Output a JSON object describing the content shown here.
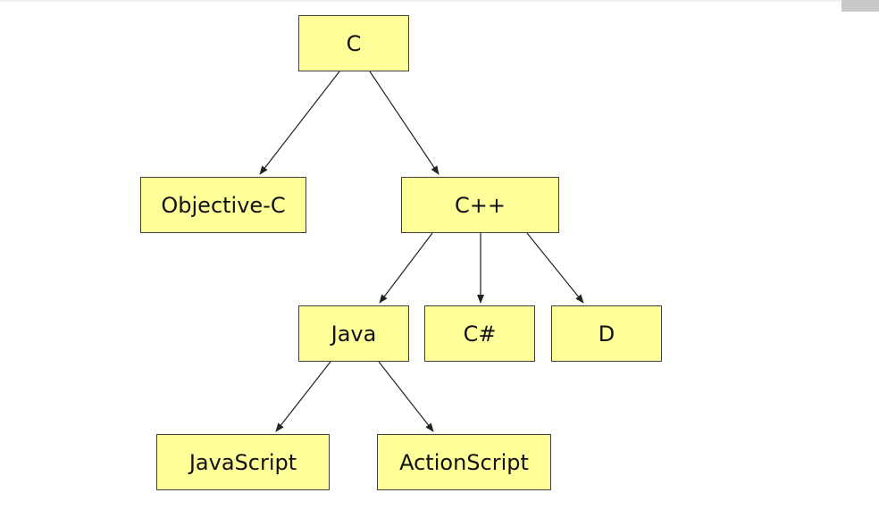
{
  "diagram": {
    "node_color": "#ffff99",
    "edge_color": "#222222",
    "nodes": [
      {
        "id": "c",
        "label": "C"
      },
      {
        "id": "objc",
        "label": "Objective-C"
      },
      {
        "id": "cpp",
        "label": "C++"
      },
      {
        "id": "java",
        "label": "Java"
      },
      {
        "id": "cs",
        "label": "C#"
      },
      {
        "id": "d",
        "label": "D"
      },
      {
        "id": "js",
        "label": "JavaScript"
      },
      {
        "id": "as",
        "label": "ActionScript"
      }
    ],
    "edges": [
      {
        "from": "c",
        "to": "objc"
      },
      {
        "from": "c",
        "to": "cpp"
      },
      {
        "from": "cpp",
        "to": "java"
      },
      {
        "from": "cpp",
        "to": "cs"
      },
      {
        "from": "cpp",
        "to": "d"
      },
      {
        "from": "java",
        "to": "js"
      },
      {
        "from": "java",
        "to": "as"
      }
    ]
  }
}
